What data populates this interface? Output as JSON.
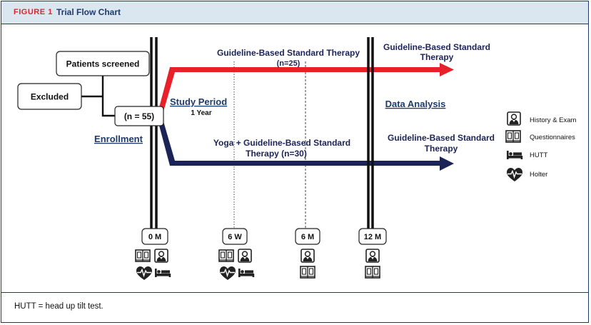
{
  "figure": {
    "label": "FIGURE 1",
    "title": "Trial Flow Chart"
  },
  "boxes": {
    "screened": "Patients screened",
    "excluded": "Excluded",
    "enrolled": "(n = 55)"
  },
  "labels": {
    "enrollment": "Enrollment",
    "study_period": "Study Period",
    "study_period_sub": "1 Year",
    "data_analysis": "Data Analysis",
    "arm1_line1": "Guideline-Based Standard Therapy",
    "arm1_line2": "(n=25)",
    "arm1_end_line1": "Guideline-Based Standard",
    "arm1_end_line2": "Therapy",
    "arm2_line1": "Yoga + Guideline-Based Standard",
    "arm2_line2": "Therapy (n=30)",
    "arm2_end_line1": "Guideline-Based Standard",
    "arm2_end_line2": "Therapy"
  },
  "timepoints": [
    "0 M",
    "6 W",
    "6 M",
    "12 M"
  ],
  "legend": [
    {
      "label": "History & Exam",
      "icon": "doctor-icon"
    },
    {
      "label": "Questionnaires",
      "icon": "questionnaire-icon"
    },
    {
      "label": "HUTT",
      "icon": "bed-icon"
    },
    {
      "label": "Holter",
      "icon": "heart-monitor-icon"
    }
  ],
  "colors": {
    "arm1": "#e8202a",
    "arm2": "#1c2356",
    "header_bg": "#dbe7f0",
    "accent": "#d6282f",
    "navy": "#1f3a6b"
  },
  "footnote": "HUTT = head up tilt test."
}
